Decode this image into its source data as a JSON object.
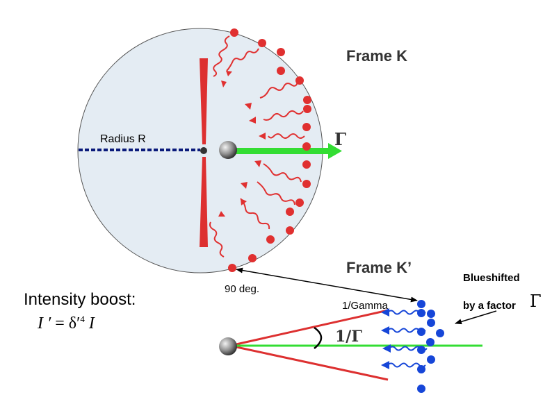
{
  "labels": {
    "radius": "Radius R",
    "frame_k": "Frame K",
    "frame_k_prime": "Frame K’",
    "angle_deg": "90 deg.",
    "inv_gamma": "1/Gamma",
    "blueshifted": "Blueshifted",
    "by_factor": "by a factor",
    "factor_symbol": "Γ",
    "gamma_symbol": "Γ",
    "inv_gamma_symbol": "1/Γ",
    "boost_title": "Intensity boost:"
  },
  "formula": {
    "lhs": "I ′",
    "eq": " = δ",
    "prime": "′",
    "exp": "4",
    "rhs": " I"
  },
  "colors": {
    "sphere_fill": "#e4ecf3",
    "red": "#e03030",
    "blue": "#1646d8",
    "green": "#33dd33",
    "navy": "#0a1a7a",
    "mirror": "#dd3030"
  }
}
